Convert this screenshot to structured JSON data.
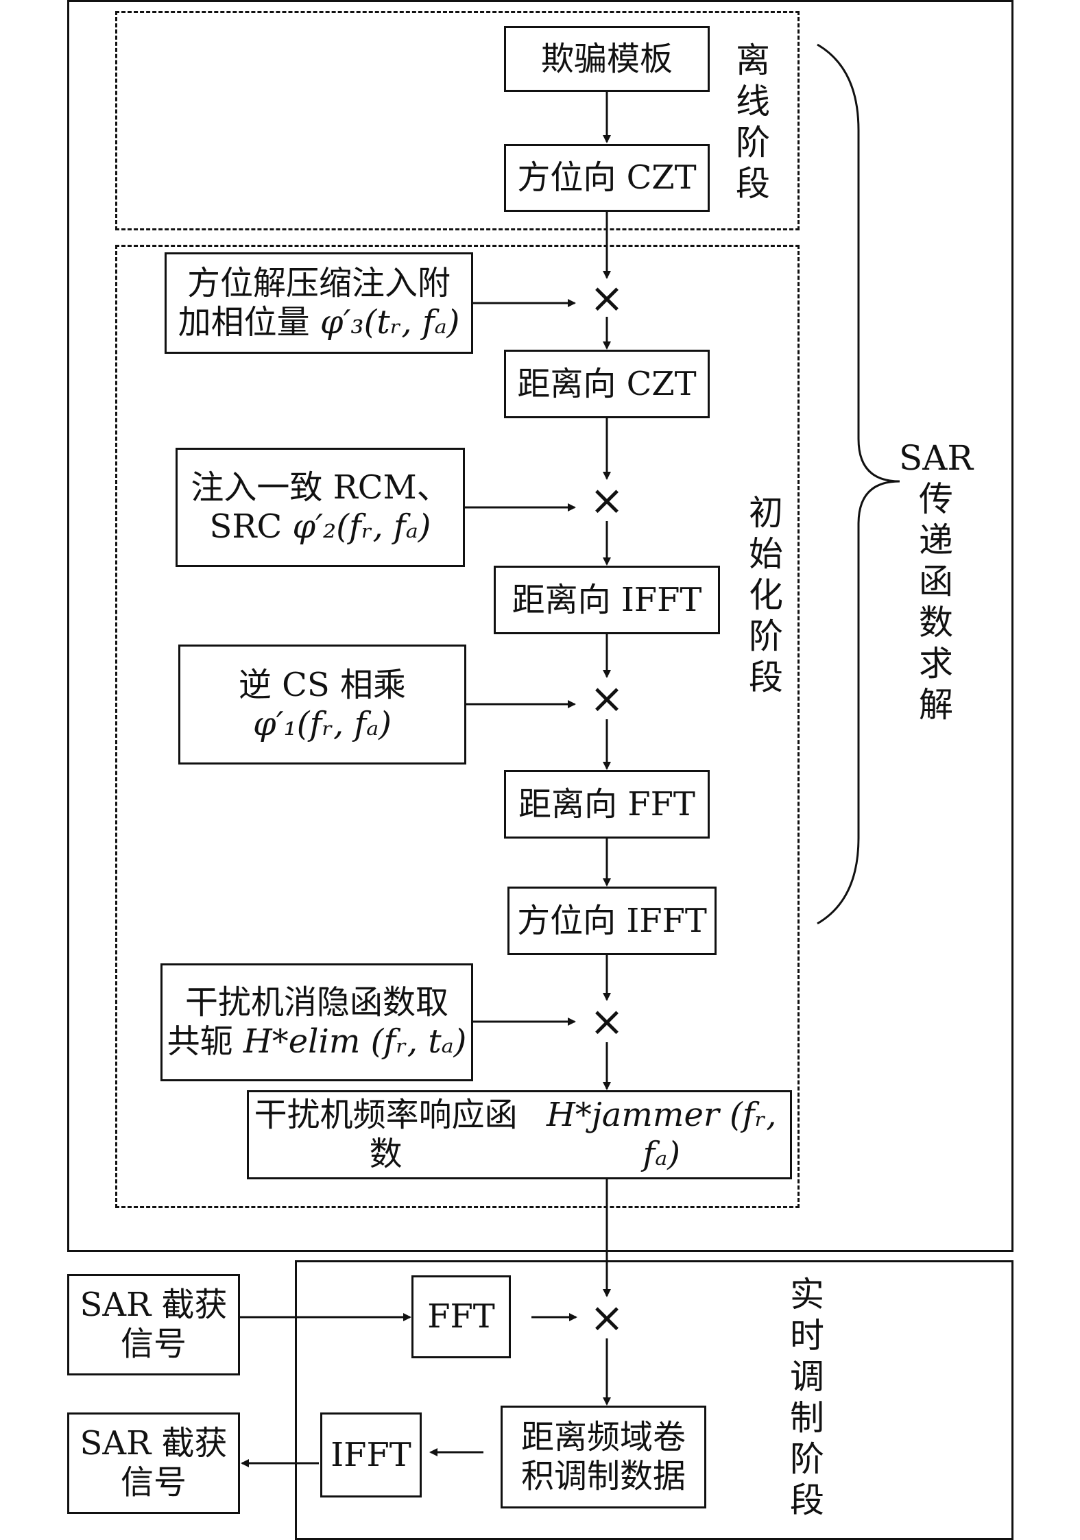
{
  "stages": {
    "offline": "离\n线\n阶\n段",
    "init": "初\n始\n化\n阶\n段",
    "realtime": "实\n时\n调\n制\n阶\n段",
    "sar_solve": "SAR\n传\n递\n函\n数\n求\n解"
  },
  "boxes": {
    "deception_template": "欺骗模板",
    "azimuth_czt": "方位向 CZT",
    "inject_azimuth_l1": "方位解压缩注入附",
    "inject_azimuth_l2": "加相位量",
    "inject_azimuth_math": "φ′₃(tᵣ, fₐ)",
    "range_czt": "距离向 CZT",
    "inject_rcm_l1": "注入一致 RCM、",
    "inject_rcm_l2": "SRC",
    "inject_rcm_math": "φ′₂(fᵣ, fₐ)",
    "range_ifft": "距离向 IFFT",
    "inverse_cs_l1": "逆 CS 相乘",
    "inverse_cs_math": "φ′₁(fᵣ, fₐ)",
    "range_fft": "距离向 FFT",
    "azimuth_ifft": "方位向 IFFT",
    "jammer_elim_l1": "干扰机消隐函数取",
    "jammer_elim_l2": "共轭",
    "jammer_elim_math": "H*elim (fᵣ, tₐ)",
    "jammer_freq_resp": "干扰机频率响应函数",
    "jammer_freq_math": "H*jammer (fᵣ, fₐ)",
    "sar_in_l1": "SAR 截获",
    "sar_in_l2": "信号",
    "fft": "FFT",
    "conv_l1": "距离频域卷",
    "conv_l2": "积调制数据",
    "ifft": "IFFT",
    "sar_out_l1": "SAR 截获",
    "sar_out_l2": "信号"
  },
  "multiply_symbol": "×"
}
